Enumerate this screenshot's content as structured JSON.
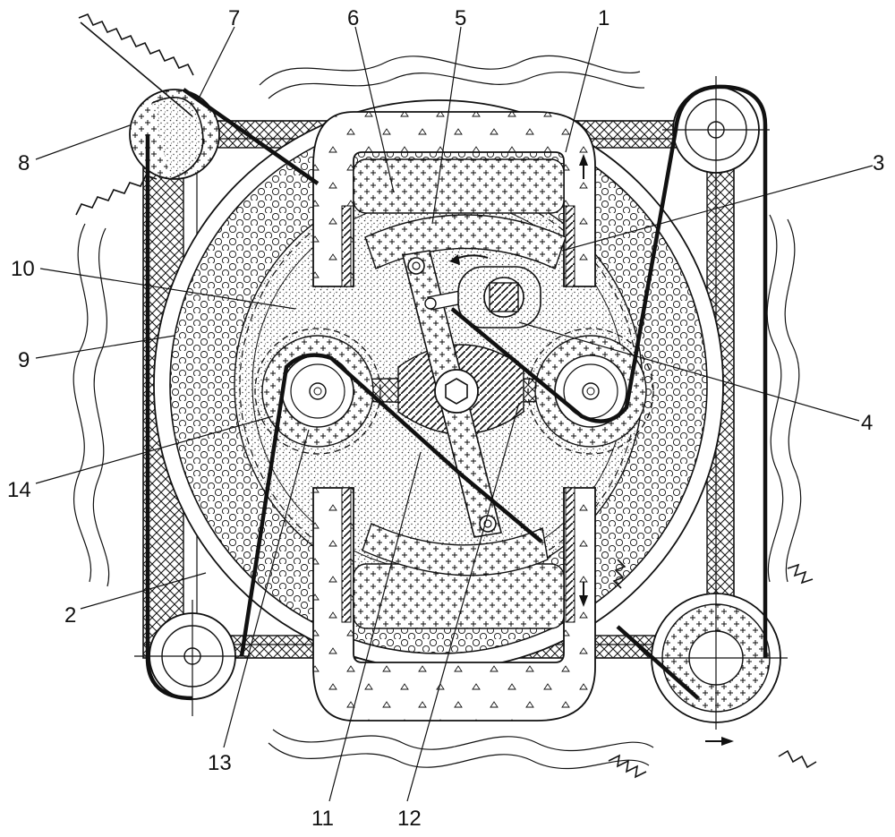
{
  "diagram": {
    "callouts": [
      {
        "id": "1",
        "text": "1"
      },
      {
        "id": "2",
        "text": "2"
      },
      {
        "id": "3",
        "text": "3"
      },
      {
        "id": "4",
        "text": "4"
      },
      {
        "id": "5",
        "text": "5"
      },
      {
        "id": "6",
        "text": "6"
      },
      {
        "id": "7",
        "text": "7"
      },
      {
        "id": "8",
        "text": "8"
      },
      {
        "id": "9",
        "text": "9"
      },
      {
        "id": "10",
        "text": "10"
      },
      {
        "id": "11",
        "text": "11"
      },
      {
        "id": "12",
        "text": "12"
      },
      {
        "id": "13",
        "text": "13"
      },
      {
        "id": "14",
        "text": "14"
      }
    ],
    "colors": {
      "ink": "#111111",
      "paper": "#ffffff",
      "hatch": "#222222"
    }
  }
}
